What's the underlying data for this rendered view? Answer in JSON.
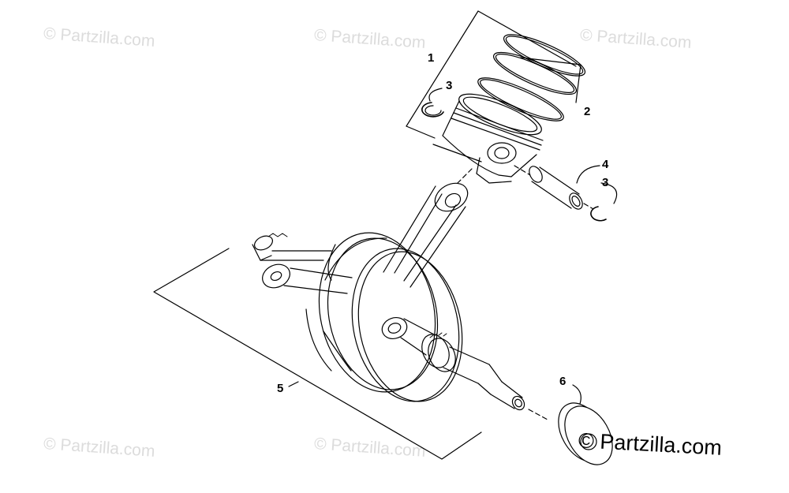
{
  "watermark_text": "© Partzilla.com",
  "watermark_color": "#dcdcdc",
  "callouts": [
    {
      "id": "c1",
      "label": "1"
    },
    {
      "id": "c2",
      "label": "2"
    },
    {
      "id": "c3a",
      "label": "3"
    },
    {
      "id": "c4",
      "label": "4"
    },
    {
      "id": "c3b",
      "label": "3"
    },
    {
      "id": "c5",
      "label": "5"
    },
    {
      "id": "c6",
      "label": "6"
    }
  ],
  "brand_text": "© Partzilla.com",
  "line_color": "#000000"
}
